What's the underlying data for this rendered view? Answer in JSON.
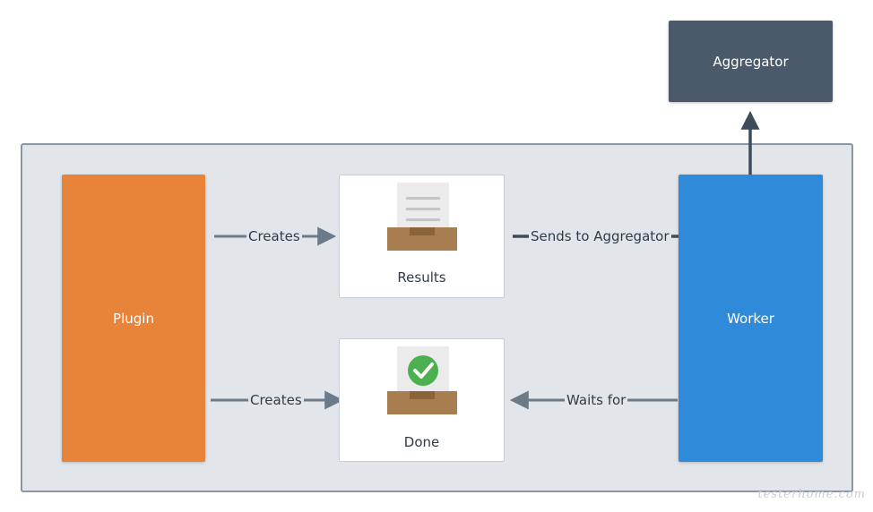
{
  "nodes": {
    "aggregator": "Aggregator",
    "plugin": "Plugin",
    "worker": "Worker",
    "results": "Results",
    "done": "Done"
  },
  "edges": {
    "plugin_results": "Creates",
    "plugin_done": "Creates",
    "results_aggregator": "Sends to Aggregator",
    "worker_done": "Waits for"
  },
  "icons": {
    "results": "inbox-document-icon",
    "done": "inbox-document-check-icon"
  },
  "colors": {
    "plugin": "#e8843a",
    "worker": "#2f8ad9",
    "aggregator": "#4a5a6a",
    "container": "#e2e6ea",
    "check": "#4caf50",
    "tray": "#a87d50"
  },
  "watermark": "testerhome.com"
}
